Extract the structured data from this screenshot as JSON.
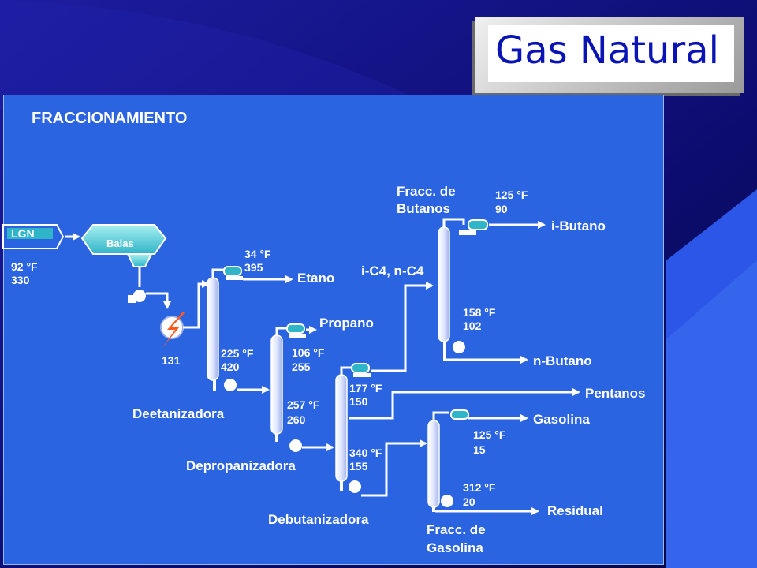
{
  "slide": {
    "title": "Gas Natural"
  },
  "diagram": {
    "heading": "FRACCIONAMIENTO",
    "feed": {
      "label": "LGN",
      "temp": "92 °F",
      "value": "330"
    },
    "tank": {
      "label": "Balas"
    },
    "heater": {
      "value": "131"
    },
    "columns": [
      {
        "name": "Deetanizadora",
        "top": {
          "temp": "34 °F",
          "value": "395"
        },
        "bottom": {
          "temp": "225 °F",
          "value": "420"
        },
        "product": "Etano"
      },
      {
        "name": "Depropanizadora",
        "top": {
          "temp": "106 °F",
          "value": "255"
        },
        "bottom": {
          "temp": "257 °F",
          "value": "260"
        },
        "product": "Propano"
      },
      {
        "name": "Debutanizadora",
        "top": {
          "temp": "177 °F",
          "value": "150"
        },
        "bottom": {
          "temp": "340 °F",
          "value": "155"
        },
        "product": "Pentanos"
      },
      {
        "name_line1": "Fracc. de",
        "name_line2": "Butanos",
        "feed_label": "i-C4, n-C4",
        "top": {
          "temp": "125 °F",
          "value": "90"
        },
        "bottom": {
          "temp": "158 °F",
          "value": "102"
        },
        "top_product": "i-Butano",
        "bottom_product": "n-Butano"
      },
      {
        "name_line1": "Fracc. de",
        "name_line2": "Gasolina",
        "top": {
          "temp": "125 °F",
          "value": "15"
        },
        "bottom": {
          "temp": "312 °F",
          "value": "20"
        },
        "top_product": "Gasolina",
        "bottom_product": "Residual"
      }
    ]
  },
  "colors": {
    "background": "#0a0a55",
    "panel": "#2b64e0",
    "title_text": "#0a14b4",
    "equipment": "#e8ecff",
    "heater_bolt": "#ff5a1e"
  }
}
